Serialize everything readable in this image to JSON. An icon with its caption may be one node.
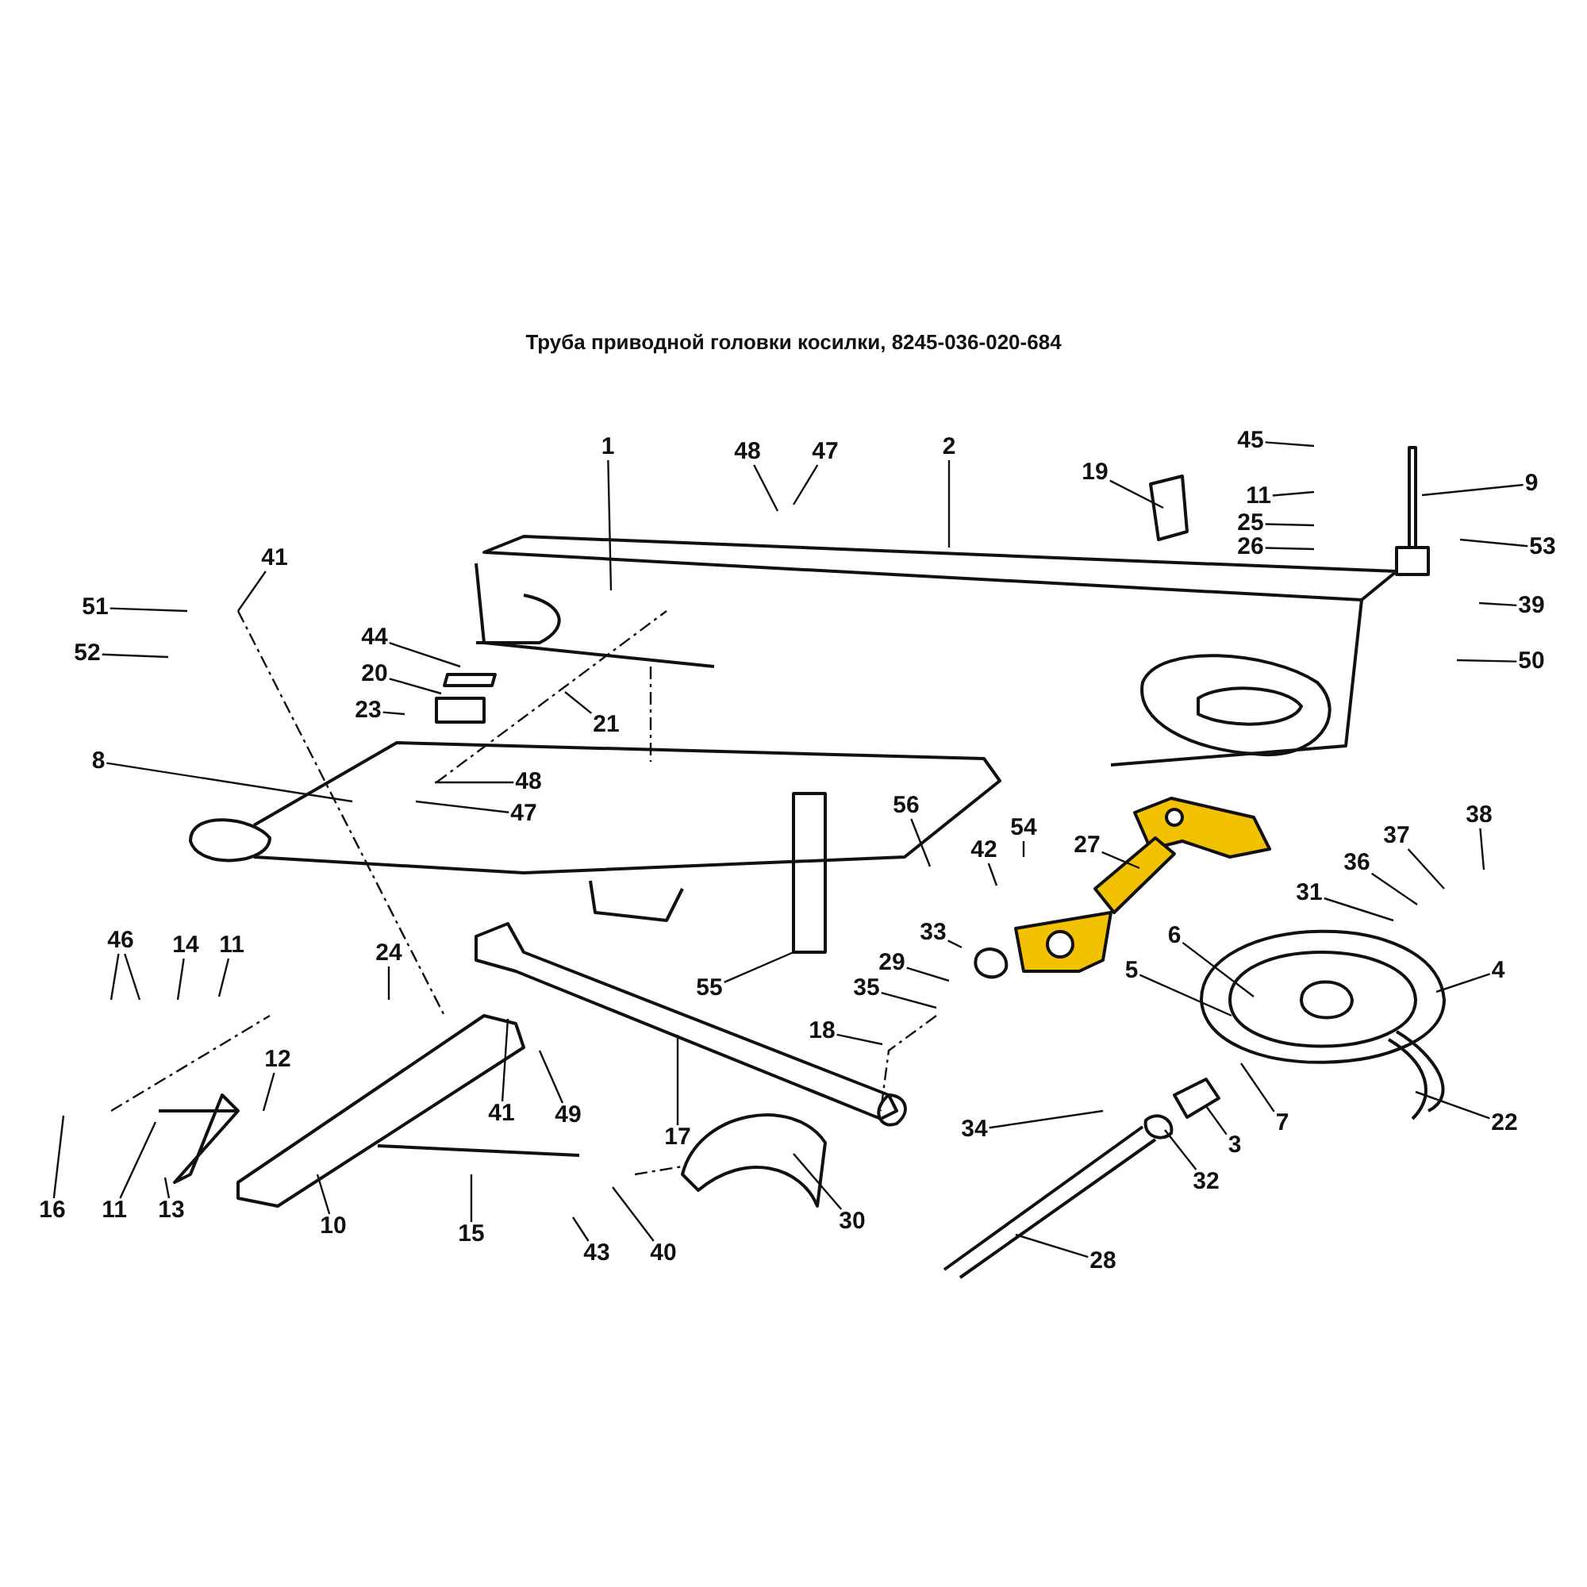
{
  "diagram": {
    "title": "Труба приводной головки косилки, 8245-036-020-684",
    "nodes": [
      {
        "text": [
          "1"
        ]
      },
      {
        "text": [
          "2"
        ]
      },
      {
        "text": [
          "48"
        ]
      },
      {
        "text": [
          "47"
        ]
      },
      {
        "text": [
          "19"
        ]
      },
      {
        "text": [
          "45"
        ]
      },
      {
        "text": [
          "11"
        ]
      },
      {
        "text": [
          "25"
        ]
      },
      {
        "text": [
          "26"
        ]
      },
      {
        "text": [
          "9"
        ]
      },
      {
        "text": [
          "53"
        ]
      },
      {
        "text": [
          "39"
        ]
      },
      {
        "text": [
          "50"
        ]
      },
      {
        "text": [
          "41"
        ]
      },
      {
        "text": [
          "51"
        ]
      },
      {
        "text": [
          "52"
        ]
      },
      {
        "text": [
          "44"
        ]
      },
      {
        "text": [
          "20"
        ]
      },
      {
        "text": [
          "23"
        ]
      },
      {
        "text": [
          "21"
        ]
      },
      {
        "text": [
          "8"
        ]
      },
      {
        "text": [
          "48"
        ]
      },
      {
        "text": [
          "47"
        ]
      },
      {
        "text": [
          "56"
        ]
      },
      {
        "text": [
          "42"
        ]
      },
      {
        "text": [
          "54"
        ]
      },
      {
        "text": [
          "27"
        ]
      },
      {
        "text": [
          "38"
        ]
      },
      {
        "text": [
          "37"
        ]
      },
      {
        "text": [
          "36"
        ]
      },
      {
        "text": [
          "31"
        ]
      },
      {
        "text": [
          "6"
        ]
      },
      {
        "text": [
          "4"
        ]
      },
      {
        "text": [
          "5"
        ]
      },
      {
        "text": [
          "33"
        ]
      },
      {
        "text": [
          "29"
        ]
      },
      {
        "text": [
          "35"
        ]
      },
      {
        "text": [
          "18"
        ]
      },
      {
        "text": [
          "46"
        ]
      },
      {
        "text": [
          "14"
        ]
      },
      {
        "text": [
          "11"
        ]
      },
      {
        "text": [
          "24"
        ]
      },
      {
        "text": [
          "12"
        ]
      },
      {
        "text": [
          "17"
        ]
      },
      {
        "text": [
          "41"
        ]
      },
      {
        "text": [
          "49"
        ]
      },
      {
        "text": [
          "34"
        ]
      },
      {
        "text": [
          "3"
        ]
      },
      {
        "text": [
          "7"
        ]
      },
      {
        "text": [
          "22"
        ]
      },
      {
        "text": [
          "32"
        ]
      },
      {
        "text": [
          "16"
        ]
      },
      {
        "text": [
          "11"
        ]
      },
      {
        "text": [
          "13"
        ]
      },
      {
        "text": [
          "10"
        ]
      },
      {
        "text": [
          "15"
        ]
      },
      {
        "text": [
          "43"
        ]
      },
      {
        "text": [
          "40"
        ]
      },
      {
        "text": [
          "30"
        ]
      },
      {
        "text": [
          "28"
        ]
      },
      {
        "text": [
          "55"
        ]
      }
    ],
    "edges": [
      {
        "from": 0,
        "to": null,
        "arrow": "none"
      },
      {
        "from": 1,
        "to": null,
        "arrow": "none"
      },
      {
        "from": 2,
        "to": null,
        "arrow": "none"
      },
      {
        "from": 3,
        "to": null,
        "arrow": "none"
      },
      {
        "from": 4,
        "to": null,
        "arrow": "none"
      },
      {
        "from": 5,
        "to": null,
        "arrow": "none"
      },
      {
        "from": 6,
        "to": null,
        "arrow": "none"
      },
      {
        "from": 7,
        "to": null,
        "arrow": "none"
      },
      {
        "from": 8,
        "to": null,
        "arrow": "none"
      },
      {
        "from": 9,
        "to": null,
        "arrow": "none"
      },
      {
        "from": 10,
        "to": null,
        "arrow": "none"
      },
      {
        "from": 11,
        "to": null,
        "arrow": "none"
      },
      {
        "from": 12,
        "to": null,
        "arrow": "none"
      },
      {
        "from": 13,
        "to": null,
        "arrow": "none"
      },
      {
        "from": 14,
        "to": null,
        "arrow": "none"
      },
      {
        "from": 15,
        "to": null,
        "arrow": "none"
      },
      {
        "from": 16,
        "to": null,
        "arrow": "none"
      },
      {
        "from": 17,
        "to": null,
        "arrow": "none"
      },
      {
        "from": 18,
        "to": null,
        "arrow": "none"
      },
      {
        "from": 19,
        "to": null,
        "arrow": "none"
      },
      {
        "from": 20,
        "to": null,
        "arrow": "none"
      },
      {
        "from": 21,
        "to": null,
        "arrow": "none"
      },
      {
        "from": 22,
        "to": null,
        "arrow": "none"
      },
      {
        "from": 23,
        "to": null,
        "arrow": "none"
      },
      {
        "from": 24,
        "to": null,
        "arrow": "none"
      },
      {
        "from": 25,
        "to": null,
        "arrow": "none"
      },
      {
        "from": 26,
        "to": null,
        "arrow": "none"
      },
      {
        "from": 27,
        "to": null,
        "arrow": "none"
      },
      {
        "from": 28,
        "to": null,
        "arrow": "none"
      },
      {
        "from": 29,
        "to": null,
        "arrow": "none"
      },
      {
        "from": 30,
        "to": null,
        "arrow": "none"
      },
      {
        "from": 31,
        "to": null,
        "arrow": "none"
      },
      {
        "from": 32,
        "to": null,
        "arrow": "none"
      },
      {
        "from": 33,
        "to": null,
        "arrow": "none"
      },
      {
        "from": 34,
        "to": null,
        "arrow": "none"
      },
      {
        "from": 35,
        "to": null,
        "arrow": "none"
      },
      {
        "from": 36,
        "to": null,
        "arrow": "none"
      },
      {
        "from": 37,
        "to": null,
        "arrow": "none"
      },
      {
        "from": 38,
        "to": null,
        "arrow": "none"
      },
      {
        "from": 38,
        "to": null,
        "arrow": "none"
      },
      {
        "from": 39,
        "to": null,
        "arrow": "none"
      },
      {
        "from": 40,
        "to": null,
        "arrow": "none"
      },
      {
        "from": 41,
        "to": null,
        "arrow": "none"
      },
      {
        "from": 42,
        "to": null,
        "arrow": "none"
      },
      {
        "from": 43,
        "to": null,
        "arrow": "none"
      },
      {
        "from": 44,
        "to": null,
        "arrow": "none"
      },
      {
        "from": 45,
        "to": null,
        "arrow": "none"
      },
      {
        "from": 46,
        "to": null,
        "arrow": "none"
      },
      {
        "from": 47,
        "to": null,
        "arrow": "none"
      },
      {
        "from": 48,
        "to": null,
        "arrow": "none"
      },
      {
        "from": 49,
        "to": null,
        "arrow": "none"
      },
      {
        "from": 50,
        "to": null,
        "arrow": "none"
      },
      {
        "from": 51,
        "to": null,
        "arrow": "none"
      },
      {
        "from": 52,
        "to": null,
        "arrow": "none"
      },
      {
        "from": 53,
        "to": null,
        "arrow": "none"
      },
      {
        "from": 54,
        "to": null,
        "arrow": "none"
      },
      {
        "from": 55,
        "to": null,
        "arrow": "none"
      },
      {
        "from": 56,
        "to": null,
        "arrow": "none"
      },
      {
        "from": 57,
        "to": null,
        "arrow": "none"
      },
      {
        "from": 58,
        "to": null,
        "arrow": "none"
      },
      {
        "from": 59,
        "to": null,
        "arrow": "none"
      },
      {
        "from": 60,
        "to": null,
        "arrow": "none"
      }
    ]
  }
}
